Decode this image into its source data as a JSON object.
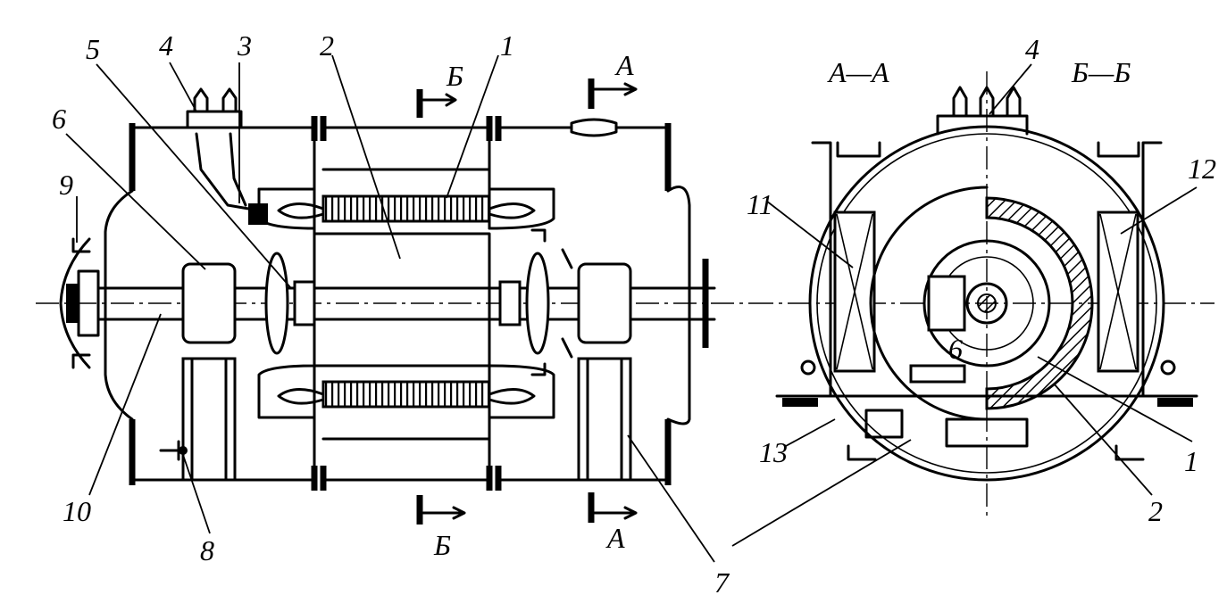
{
  "callouts": {
    "n1": "1",
    "n2": "2",
    "n3": "3",
    "n4": "4",
    "n5": "5",
    "n6": "6",
    "n7": "7",
    "n8": "8",
    "n9": "9",
    "n10": "10",
    "n11": "11",
    "n12": "12",
    "n13": "13"
  },
  "section_marks": {
    "a": "А",
    "b": "Б",
    "aa": "А—А",
    "bb": "Б—Б"
  }
}
